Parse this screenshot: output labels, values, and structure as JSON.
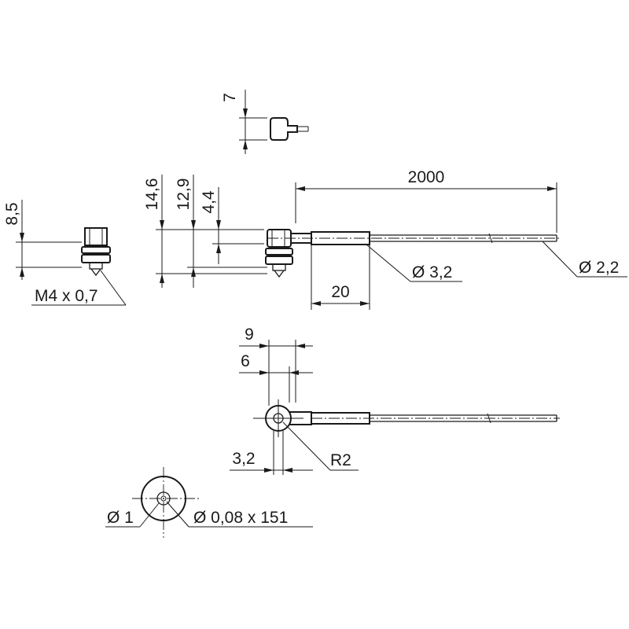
{
  "dimensions": {
    "top_view_height": "7",
    "side_a": "8,5",
    "thread": "M4 x 0,7",
    "side_b1": "14,6",
    "side_b2": "12,9",
    "side_b3": "4,4",
    "cable_length": "2000",
    "sleeve_diameter": "Ø 3,2",
    "sleeve_length": "20",
    "cable_diameter": "Ø 2,2",
    "head_width": "9",
    "head_offset": "6",
    "hole_spacing": "3,2",
    "radius": "R2",
    "end_face_diameter": "Ø 1",
    "fiber_spec": "Ø 0,08 x 151"
  }
}
